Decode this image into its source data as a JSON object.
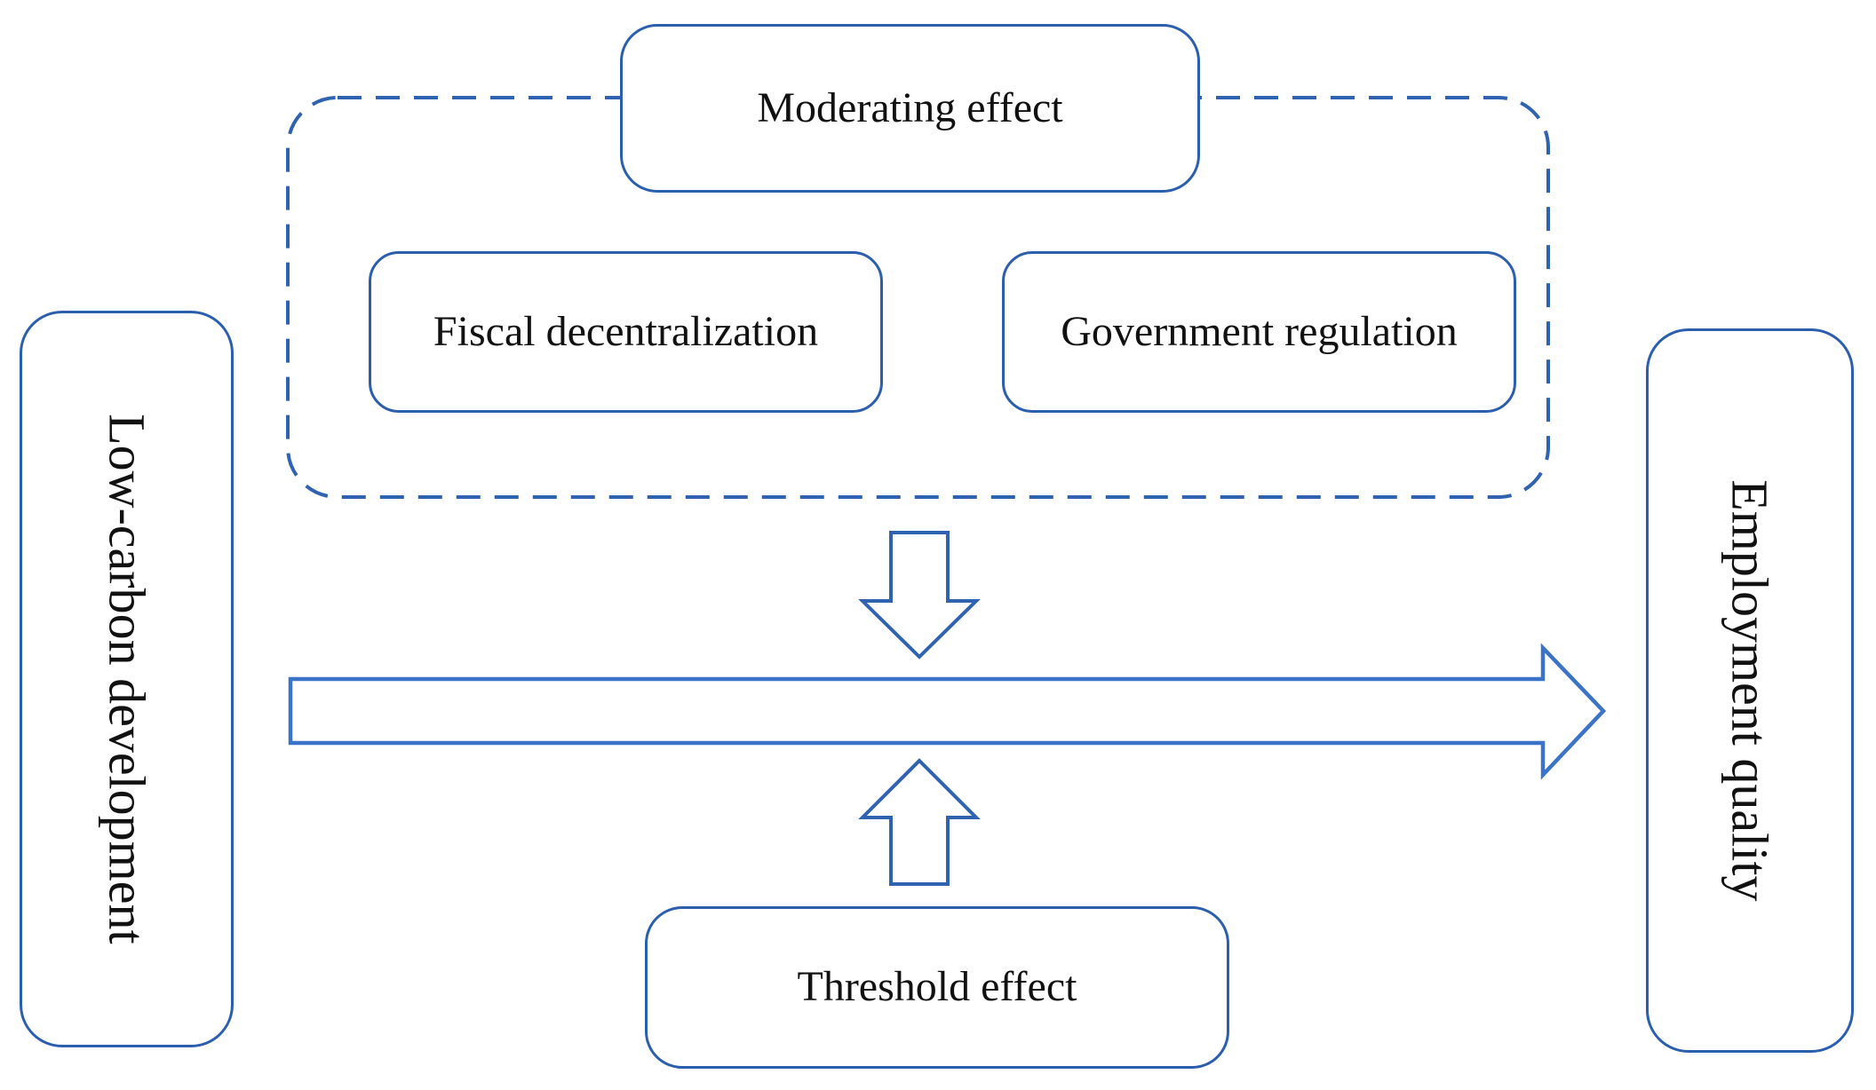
{
  "diagram": {
    "nodes": {
      "low_carbon": {
        "label": "Low-carbon development"
      },
      "employment": {
        "label": "Employment quality"
      },
      "moderating": {
        "label": "Moderating effect"
      },
      "fiscal": {
        "label": "Fiscal decentralization"
      },
      "government": {
        "label": "Government regulation"
      },
      "threshold": {
        "label": "Threshold effect"
      }
    },
    "edges": [
      {
        "from": "Low-carbon development",
        "to": "Employment quality",
        "style": "hollow-block-arrow",
        "direction": "right"
      },
      {
        "from": "Moderating effect group (Fiscal decentralization, Government regulation)",
        "to": "main arrow",
        "style": "hollow-block-arrow",
        "direction": "down"
      },
      {
        "from": "Threshold effect",
        "to": "main arrow",
        "style": "hollow-block-arrow",
        "direction": "up"
      }
    ],
    "colors": {
      "box_border": "#2b5fae",
      "dashed_border": "#2f62b0",
      "arrow_stroke": "#3b73c8",
      "text": "#111111",
      "background": "#ffffff"
    }
  }
}
